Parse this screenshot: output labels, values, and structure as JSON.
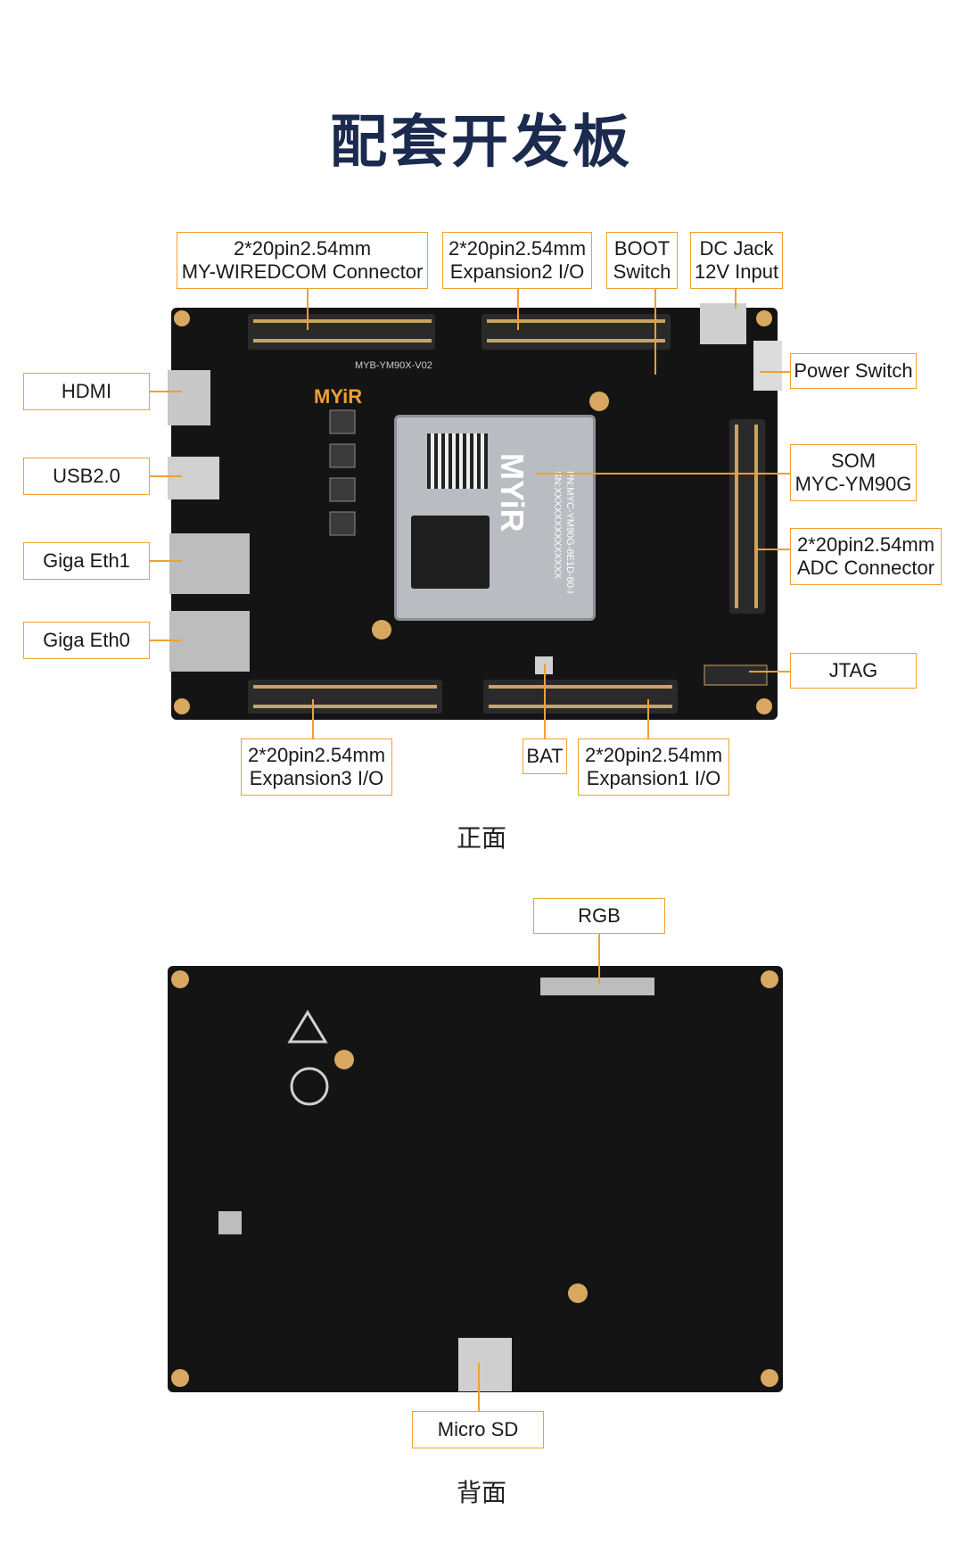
{
  "page_title": "配套开发板",
  "front_caption": "正面",
  "back_caption": "背面",
  "front_labels": {
    "wiredcom": [
      "2*20pin2.54mm",
      "MY-WIREDCOM Connector"
    ],
    "expansion2": [
      "2*20pin2.54mm",
      "Expansion2 I/O"
    ],
    "boot": [
      "BOOT",
      "Switch"
    ],
    "dcjack": [
      "DC Jack",
      "12V Input"
    ],
    "power": [
      "Power Switch"
    ],
    "hdmi": [
      "HDMI"
    ],
    "usb": [
      "USB2.0"
    ],
    "eth1": [
      "Giga Eth1"
    ],
    "eth0": [
      "Giga Eth0"
    ],
    "som": [
      "SOM",
      "MYC-YM90G"
    ],
    "adc": [
      "2*20pin2.54mm",
      "ADC Connector"
    ],
    "jtag": [
      "JTAG"
    ],
    "expansion3": [
      "2*20pin2.54mm",
      "Expansion3 I/O"
    ],
    "bat": [
      "BAT"
    ],
    "expansion1": [
      "2*20pin2.54mm",
      "Expansion1 I/O"
    ]
  },
  "back_labels": {
    "rgb": [
      "RGB"
    ],
    "microsd": [
      "Micro SD"
    ]
  },
  "board_silk": {
    "brand": "MYiR",
    "model": "MYB-YM90X-V02",
    "som_brand": "MYiR",
    "som_pn": "PN:MYC-YM90G-8E1D-80-I",
    "som_sn": "SN:XXXXXXXXXXXXXX"
  },
  "colors": {
    "accent": "#f0a030",
    "title": "#1b2a4e",
    "pcb": "#141414",
    "som": "#b9bcc0"
  }
}
